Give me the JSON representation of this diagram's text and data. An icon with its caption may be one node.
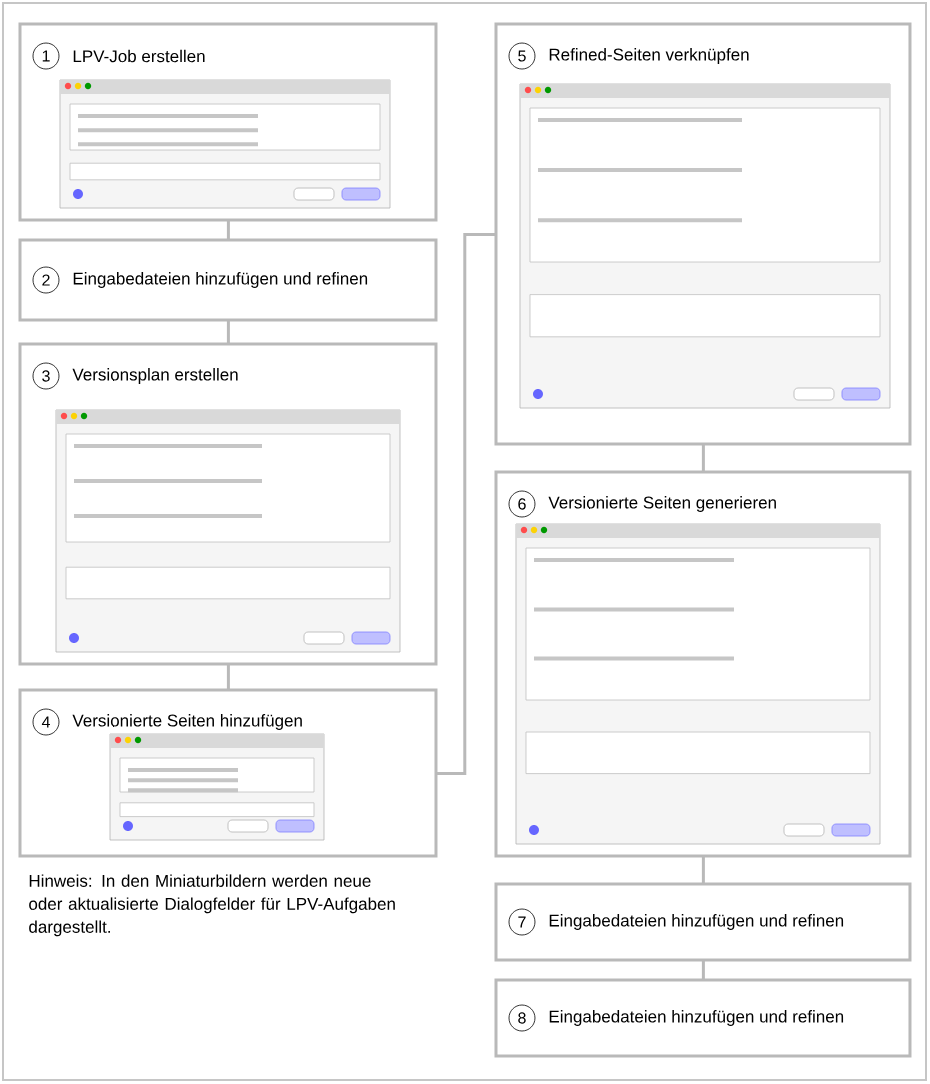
{
  "diagram": {
    "nodes": [
      {
        "text": [
          "1",
          "LPV-Job erstellen"
        ]
      },
      {
        "text": [
          "2",
          "Eingabedateien hinzufügen und refinen"
        ]
      },
      {
        "text": [
          "3",
          "Versionsplan erstellen"
        ]
      },
      {
        "text": [
          "4",
          "Versionierte Seiten hinzufügen"
        ]
      },
      {
        "text": [
          "5",
          "Refined-Seiten verknüpfen"
        ]
      },
      {
        "text": [
          "6",
          "Versionierte Seiten generieren"
        ]
      },
      {
        "text": [
          "7",
          "Eingabedateien hinzufügen und refinen"
        ]
      },
      {
        "text": [
          "8",
          "Eingabedateien hinzufügen und refinen"
        ]
      }
    ],
    "edges": [
      {
        "from": 0,
        "to": 1,
        "arrow": "none"
      },
      {
        "from": 1,
        "to": 2,
        "arrow": "none"
      },
      {
        "from": 2,
        "to": 3,
        "arrow": "none"
      },
      {
        "from": 3,
        "to": 4,
        "arrow": "none"
      },
      {
        "from": 4,
        "to": 5,
        "arrow": "none"
      },
      {
        "from": 5,
        "to": 6,
        "arrow": "none"
      },
      {
        "from": 6,
        "to": 7,
        "arrow": "none"
      }
    ],
    "labels": [
      "Hinweis: In den Miniaturbildern werden neue oder aktualisierte Dialogfelder für LPV-Aufgaben dargestellt."
    ]
  }
}
